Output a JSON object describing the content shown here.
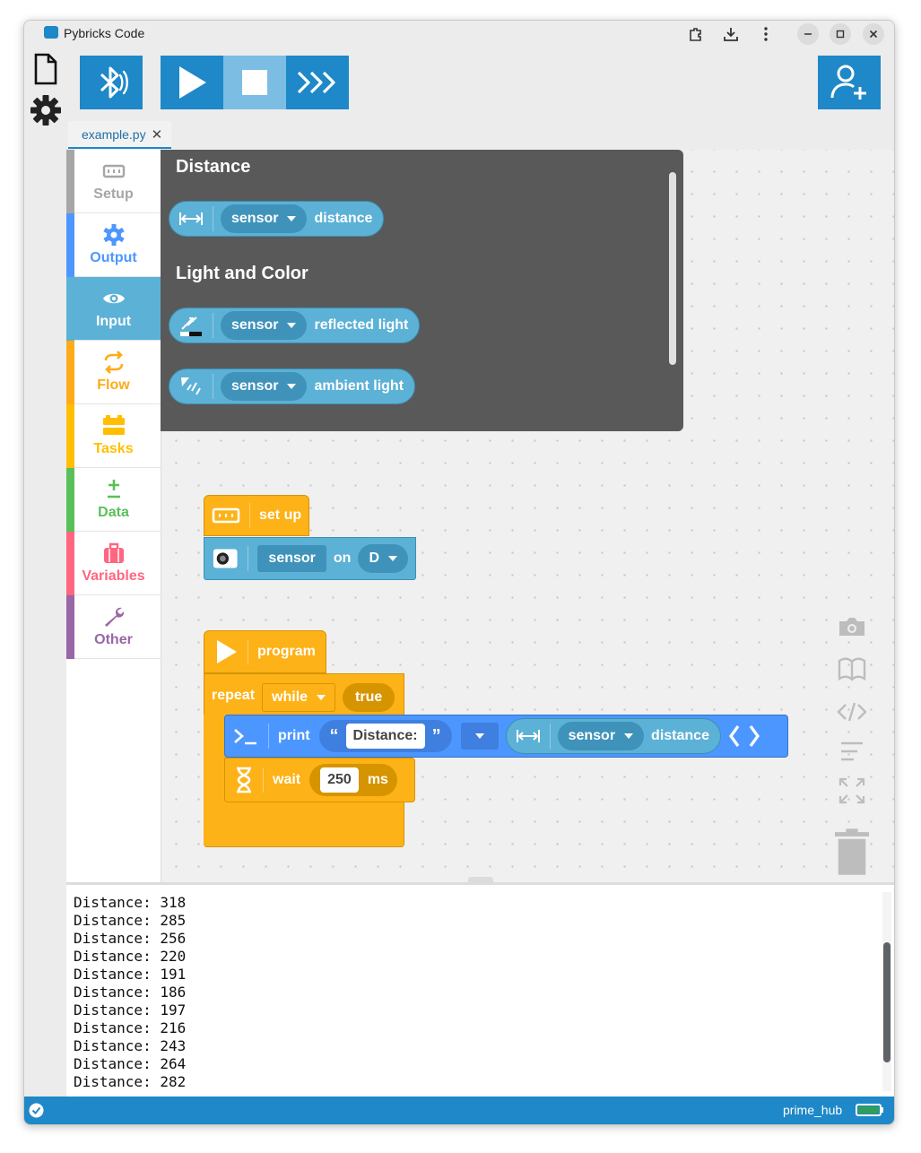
{
  "app": {
    "title": "Pybricks Code"
  },
  "tabs": [
    {
      "label": "example.py"
    }
  ],
  "toolbox": {
    "categories": [
      {
        "label": "Setup",
        "color": "#a6a6a6"
      },
      {
        "label": "Output",
        "color": "#4c97ff"
      },
      {
        "label": "Input",
        "color": "#5cb1d6"
      },
      {
        "label": "Flow",
        "color": "#ffab19"
      },
      {
        "label": "Tasks",
        "color": "#ffbf00"
      },
      {
        "label": "Data",
        "color": "#59c059"
      },
      {
        "label": "Variables",
        "color": "#ff6680"
      },
      {
        "label": "Other",
        "color": "#9966a6"
      }
    ],
    "selected": "Input"
  },
  "flyout": {
    "heading_distance": "Distance",
    "heading_light": "Light and Color",
    "blocks": [
      {
        "sensor": "sensor",
        "property": "distance"
      },
      {
        "sensor": "sensor",
        "property": "reflected light"
      },
      {
        "sensor": "sensor",
        "property": "ambient light"
      }
    ]
  },
  "canvas": {
    "setup_label": "set up",
    "sensor_name": "sensor",
    "on_label": "on",
    "port": "D",
    "program_label": "program",
    "repeat_label": "repeat",
    "while_label": "while",
    "true_label": "true",
    "print_label": "print",
    "print_text": "Distance:",
    "open_quote": "“",
    "close_quote": "”",
    "print_sensor": "sensor",
    "print_property": "distance",
    "wait_label": "wait",
    "wait_value": "250",
    "wait_unit": "ms"
  },
  "console": {
    "lines": [
      "Distance: 318",
      "Distance: 285",
      "Distance: 256",
      "Distance: 220",
      "Distance: 191",
      "Distance: 186",
      "Distance: 197",
      "Distance: 216",
      "Distance: 243",
      "Distance: 264",
      "Distance: 282"
    ]
  },
  "status": {
    "hub_name": "prime_hub"
  },
  "colors": {
    "accent": "#1e88c8",
    "flow": "#ffab19",
    "input": "#5cb1d6",
    "output": "#4c97ff",
    "battery": "#2e9e5a"
  }
}
